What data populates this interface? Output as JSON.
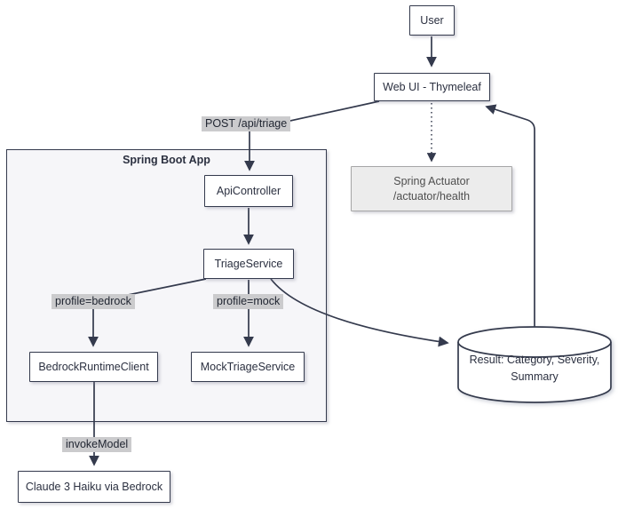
{
  "container": {
    "title": "Spring Boot App"
  },
  "nodes": {
    "user": "User",
    "web_ui": "Web UI - Thymeleaf",
    "api_controller": "ApiController",
    "triage_service": "TriageService",
    "bedrock_runtime_client": "BedrockRuntimeClient",
    "mock_triage_service": "MockTriageService",
    "claude": "Claude 3 Haiku via Bedrock",
    "actuator": {
      "line1": "Spring Actuator",
      "line2": "/actuator/health"
    },
    "result": {
      "line1": "Result: Category, Severity,",
      "line2": "Summary"
    }
  },
  "edge_labels": {
    "post_api_triage": "POST /api/triage",
    "profile_bedrock": "profile=bedrock",
    "profile_mock": "profile=mock",
    "invoke_model": "invokeModel"
  },
  "colors": {
    "node_border": "#343a4d",
    "node_fill": "#ffffff",
    "container_fill": "#f6f6f9",
    "edge": "#343a4d",
    "edge_label_bg": "#cbcbcd",
    "muted_fill": "#ececec",
    "muted_border": "#a6a6a6",
    "muted_text": "#4f4f4f",
    "text": "#2b3040",
    "background": "#ffffff"
  }
}
